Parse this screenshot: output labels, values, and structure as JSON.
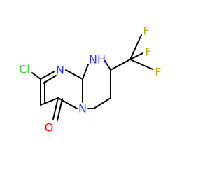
{
  "structure": {
    "atoms": {
      "chlorine": {
        "symbol": "Cl",
        "color": "#33cc33"
      },
      "ring_n_upper": {
        "symbol": "N",
        "color": "#3333ff"
      },
      "ring_nh": {
        "symbol": "N",
        "hydrogen": "H",
        "color": "#3333ff"
      },
      "ring_n_bridge": {
        "symbol": "N",
        "color": "#3333ff"
      },
      "carbonyl_o": {
        "symbol": "O",
        "color": "#ff0000"
      },
      "fluorine_1": {
        "symbol": "F",
        "color": "#b3b300"
      },
      "fluorine_2": {
        "symbol": "F",
        "color": "#b3b300"
      },
      "fluorine_3": {
        "symbol": "F",
        "color": "#b3b300"
      }
    }
  }
}
